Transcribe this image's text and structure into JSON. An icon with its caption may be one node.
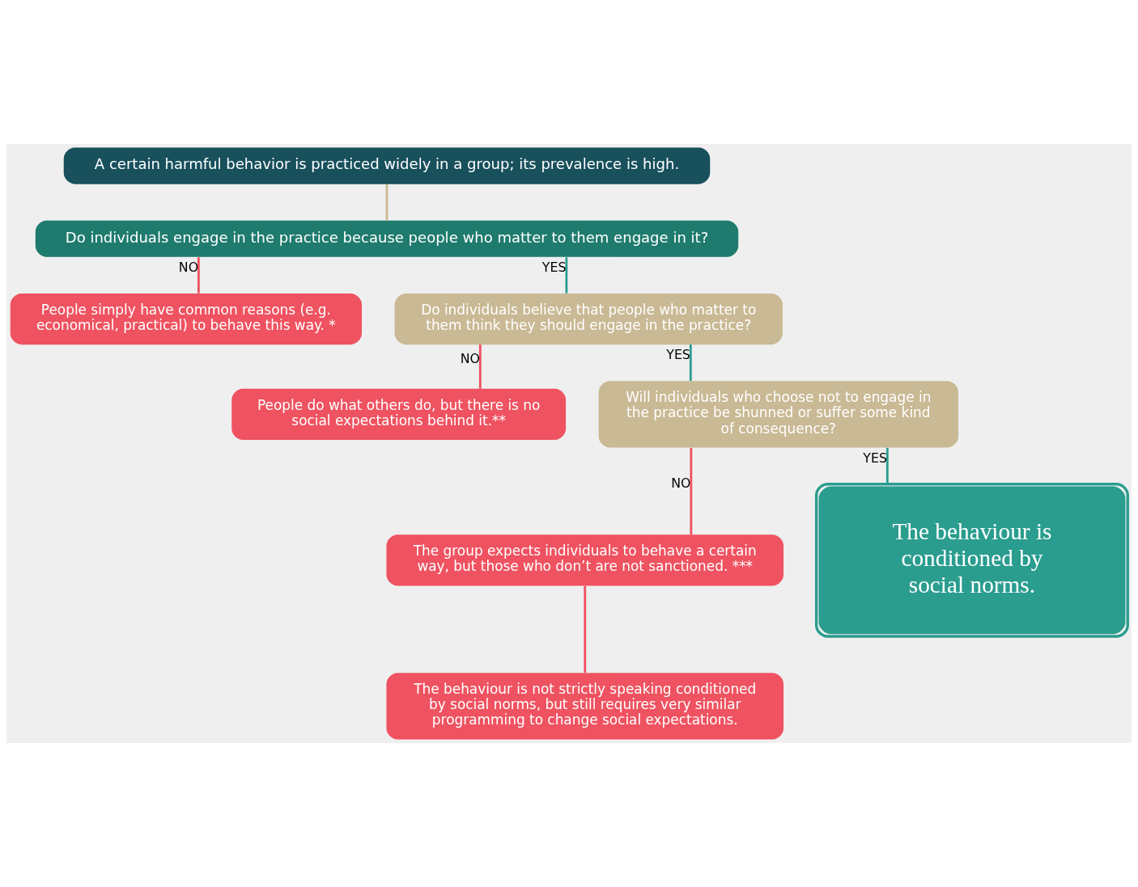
{
  "diagram": {
    "nodes": [
      {
        "text": [
          "A certain harmful behavior is practiced widely in a group; its prevalence is high."
        ]
      },
      {
        "text": [
          "Do individuals engage in the practice because people who matter to them engage in it?"
        ]
      },
      {
        "text": [
          "People simply have common reasons (e.g. economical, practical) to behave this way. *"
        ]
      },
      {
        "text": [
          "Do individuals believe that people who matter to them think they should engage in the practice?"
        ]
      },
      {
        "text": [
          "People do what others do, but there is no social expectations behind it.**"
        ]
      },
      {
        "text": [
          "Will individuals who choose not to engage in the practice be shunned or suffer some kind of consequence?"
        ]
      },
      {
        "text": [
          "The group expects individuals to behave a certain way, but those who don’t are not sanctioned. ***"
        ]
      },
      {
        "text": [
          "The behaviour is not strictly speaking conditioned by social norms, but still requires very similar programming to change social expectations."
        ]
      },
      {
        "text": [
          "The behaviour is conditioned by social norms."
        ]
      }
    ],
    "edges": [
      {
        "from": 0,
        "to": 1,
        "arrow": "none",
        "color": "#c9b994"
      },
      {
        "from": 1,
        "to": 2,
        "arrow": "none",
        "label": "NO",
        "color": "#ef5260"
      },
      {
        "from": 1,
        "to": 3,
        "arrow": "none",
        "label": "YES",
        "color": "#2a9d8f"
      },
      {
        "from": 3,
        "to": 4,
        "arrow": "none",
        "label": "NO",
        "color": "#ef5260"
      },
      {
        "from": 3,
        "to": 5,
        "arrow": "none",
        "label": "YES",
        "color": "#2a9d8f"
      },
      {
        "from": 5,
        "to": 6,
        "arrow": "none",
        "label": "NO",
        "color": "#ef5260"
      },
      {
        "from": 5,
        "to": 8,
        "arrow": "none",
        "label": "YES",
        "color": "#2a9d8f"
      },
      {
        "from": 6,
        "to": 7,
        "arrow": "none",
        "color": "#ef5260"
      }
    ]
  }
}
